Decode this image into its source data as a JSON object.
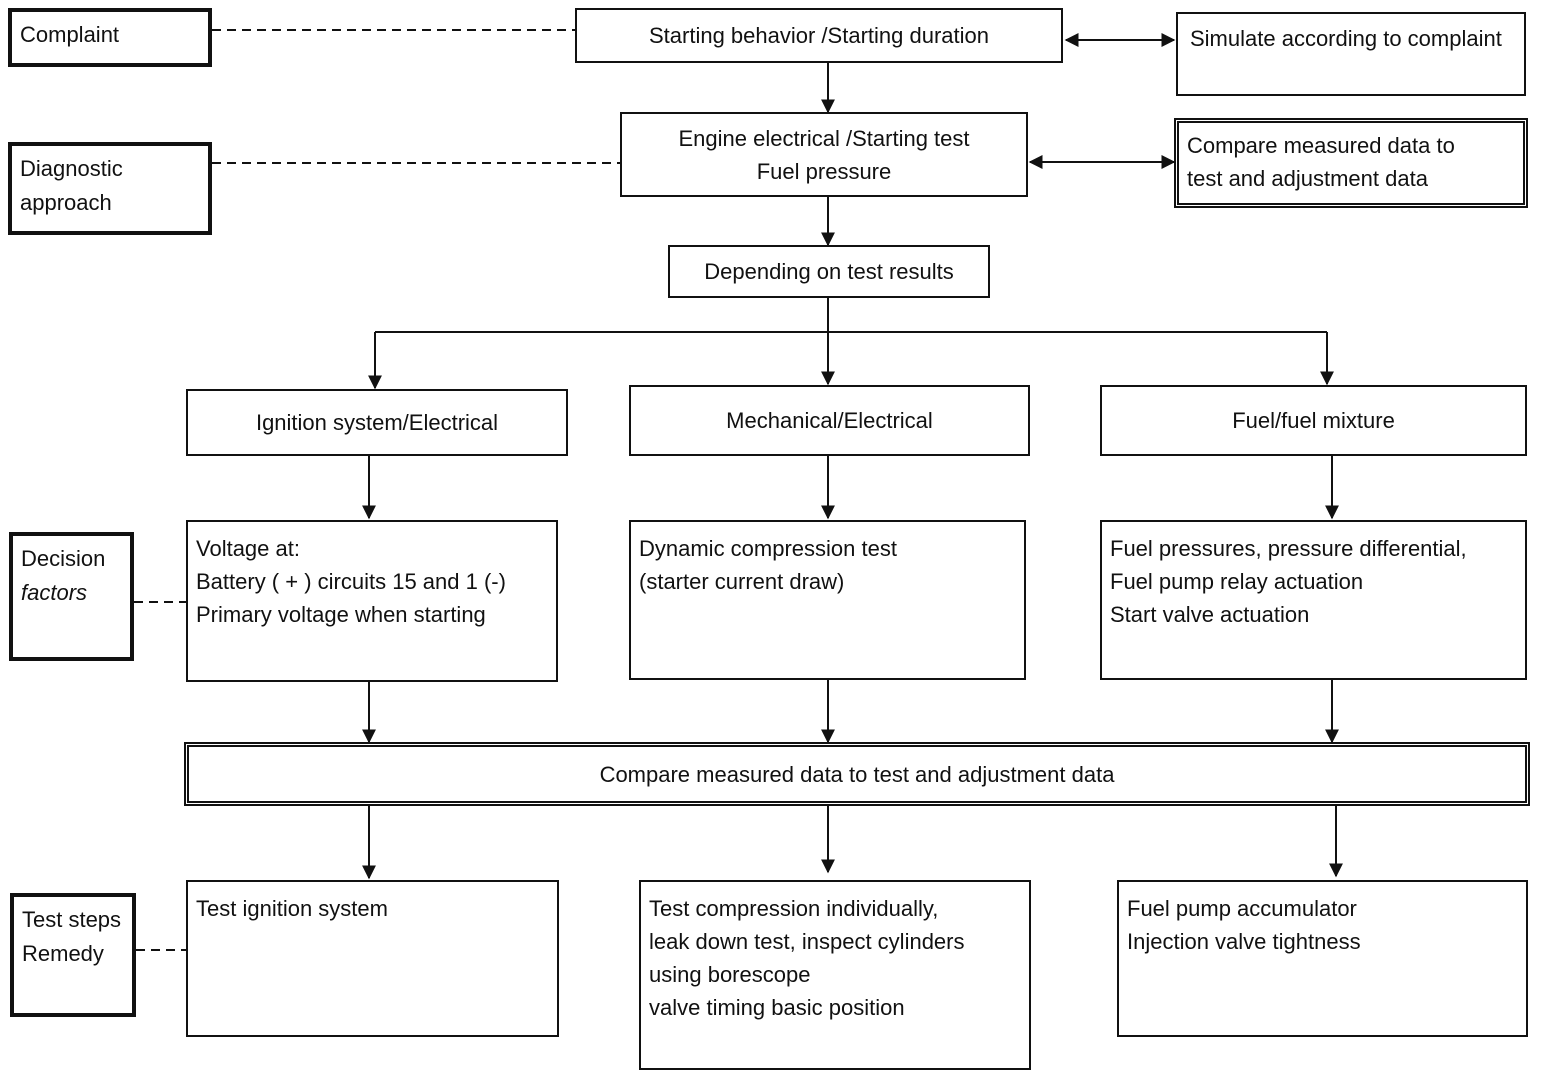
{
  "side_labels": {
    "complaint": "Complaint",
    "diagnostic": [
      "Diagnostic",
      "approach"
    ],
    "decision": [
      "Decision",
      "factors"
    ],
    "test_steps": [
      "Test steps",
      "Remedy"
    ]
  },
  "top": {
    "starting_behavior": "Starting behavior /Starting duration",
    "simulate": "Simulate according to complaint",
    "engine_test": [
      "Engine electrical /Starting test",
      "Fuel pressure"
    ],
    "compare_top": [
      "Compare measured data to",
      "test and adjustment data"
    ],
    "depending": "Depending on test results"
  },
  "categories": [
    {
      "label": "Ignition system/Electrical",
      "factors": [
        "Voltage at:",
        "Battery ( + ) circuits 15 and 1 (-)",
        "Primary voltage when starting"
      ],
      "remedy": [
        "Test ignition system"
      ]
    },
    {
      "label": "Mechanical/Electrical",
      "factors": [
        "Dynamic compression test",
        "(starter current draw)"
      ],
      "remedy": [
        "Test compression individually,",
        "leak down test, inspect cylinders",
        "using borescope",
        "valve timing basic position"
      ]
    },
    {
      "label": "Fuel/fuel mixture",
      "factors": [
        "Fuel pressures, pressure differential,",
        "Fuel pump relay actuation",
        "Start valve actuation"
      ],
      "remedy": [
        "Fuel pump accumulator",
        "Injection valve tightness"
      ]
    }
  ],
  "compare_bar": "Compare measured data to test and adjustment data"
}
